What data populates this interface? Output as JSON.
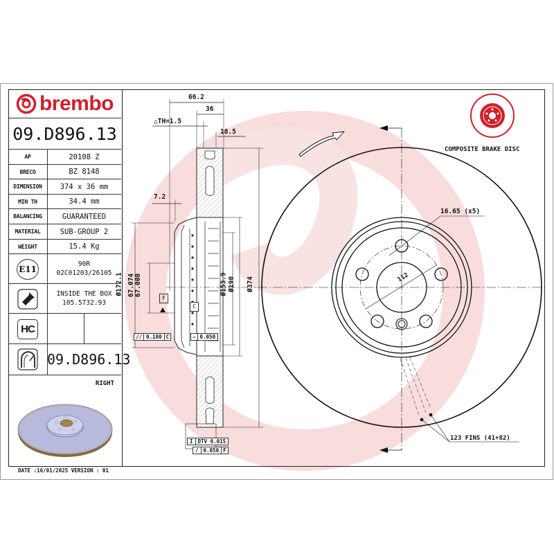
{
  "brand": {
    "name": "brembo",
    "color": "#d0202a"
  },
  "part_number": "09.D896.13",
  "specs": [
    {
      "label": "AP",
      "value": "20108 Z"
    },
    {
      "label": "BRECO",
      "value": "BZ 8148"
    },
    {
      "label": "DIMENSION",
      "value": "374 x 36 mm"
    },
    {
      "label": "MIN TH",
      "value": "34.4 mm"
    },
    {
      "label": "BALANCING",
      "value": "GUARANTEED"
    },
    {
      "label": "MATERIAL",
      "value": "SUB-GROUP 2"
    },
    {
      "label": "WEIGHT",
      "value": "15.4 Kg"
    }
  ],
  "homologation": {
    "icon": "E11",
    "line1": "90R",
    "line2": "02C01203/26105"
  },
  "screw": {
    "line1": "INSIDE THE BOX",
    "line2": "105.5732.93"
  },
  "hc_badge": "HC",
  "part_number_repeat": "09.D896.13",
  "side": "RIGHT",
  "footer": "DATE :16/01/2025 VERSION : 01",
  "section_view": {
    "dims": {
      "overall_width": "66.2",
      "thickness": "36",
      "delta_th": "△TH=1.5",
      "face": "18.5",
      "hat_offset": "7.2",
      "d_172": "Ø172.1",
      "d_67_upper": "67.074",
      "d_67_lower": "67.000",
      "d_153": "Ø153.9",
      "d_190": "Ø190",
      "d_374": "Ø374"
    },
    "datum_f": "F",
    "datum_c": "C",
    "tol_parallel": {
      "symbol": "//",
      "value": "0.100",
      "ref": "C"
    },
    "tol_flatness": {
      "symbol": "▱",
      "value": "0.050"
    },
    "tol_dtv": {
      "symbol": "I",
      "label": "DTV 0.015"
    },
    "tol_runout": {
      "symbol": "/",
      "value": "0.050",
      "ref": "F"
    }
  },
  "front_view": {
    "bolt_hole": "16.65 (x5)",
    "pcd": "112",
    "fins": "123 FINS (41+82)"
  },
  "composite_label": "COMPOSITE BRAKE DISC"
}
